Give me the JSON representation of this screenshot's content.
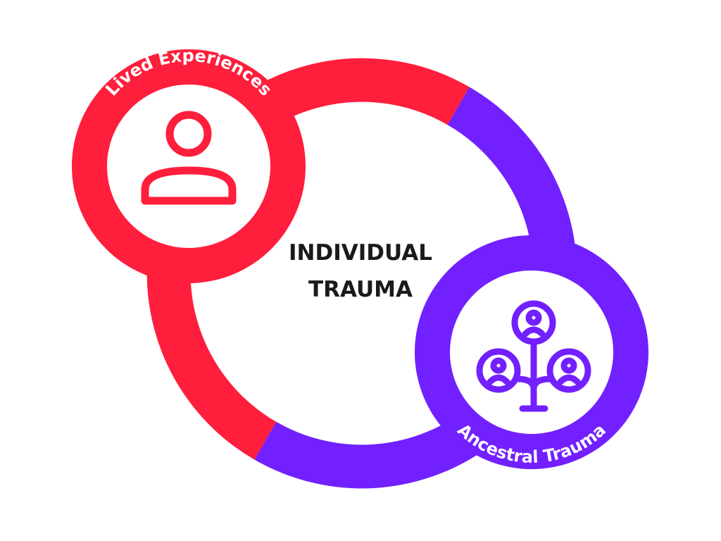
{
  "center": {
    "line1": "INDIVIDUAL",
    "line2": "TRAUMA"
  },
  "lived": {
    "label": "Lived Experiences",
    "icon": "person-icon",
    "color": "#ff1e3c"
  },
  "ancestral": {
    "label": "Ancestral Trauma",
    "icon": "family-tree-icon",
    "color": "#7220ff"
  },
  "colors": {
    "text": "#1a1a1a",
    "label": "#ffffff",
    "background": "#ffffff"
  }
}
